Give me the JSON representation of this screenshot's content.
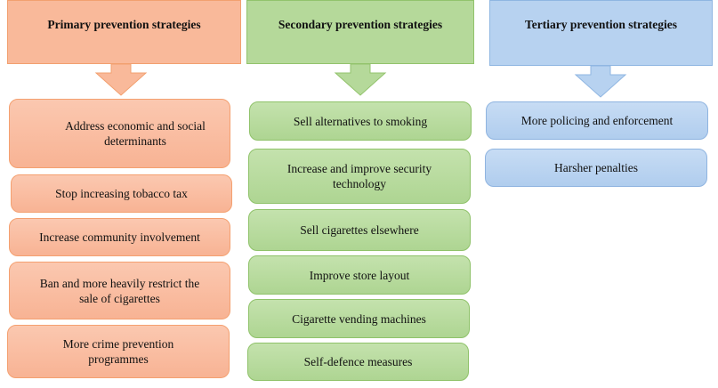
{
  "columns": [
    {
      "id": "primary",
      "title": "Primary prevention strategies",
      "color": "#f9b99a",
      "border_color": "#f2a06f",
      "items": [
        "Address economic and social determinants",
        "Stop increasing tobacco tax",
        "Increase community involvement",
        "Ban and more heavily restrict the sale of cigarettes",
        "More crime prevention programmes"
      ]
    },
    {
      "id": "secondary",
      "title": "Secondary prevention strategies",
      "color": "#b5d99a",
      "border_color": "#92c36c",
      "items": [
        "Sell alternatives to smoking",
        "Increase and improve security technology",
        "Sell cigarettes elsewhere",
        "Improve store layout",
        "Cigarette vending machines",
        "Self-defence measures"
      ]
    },
    {
      "id": "tertiary",
      "title": "Tertiary prevention strategies",
      "color": "#b7d2f0",
      "border_color": "#8fb6e2",
      "items": [
        "More policing and enforcement",
        "Harsher penalties"
      ]
    }
  ]
}
